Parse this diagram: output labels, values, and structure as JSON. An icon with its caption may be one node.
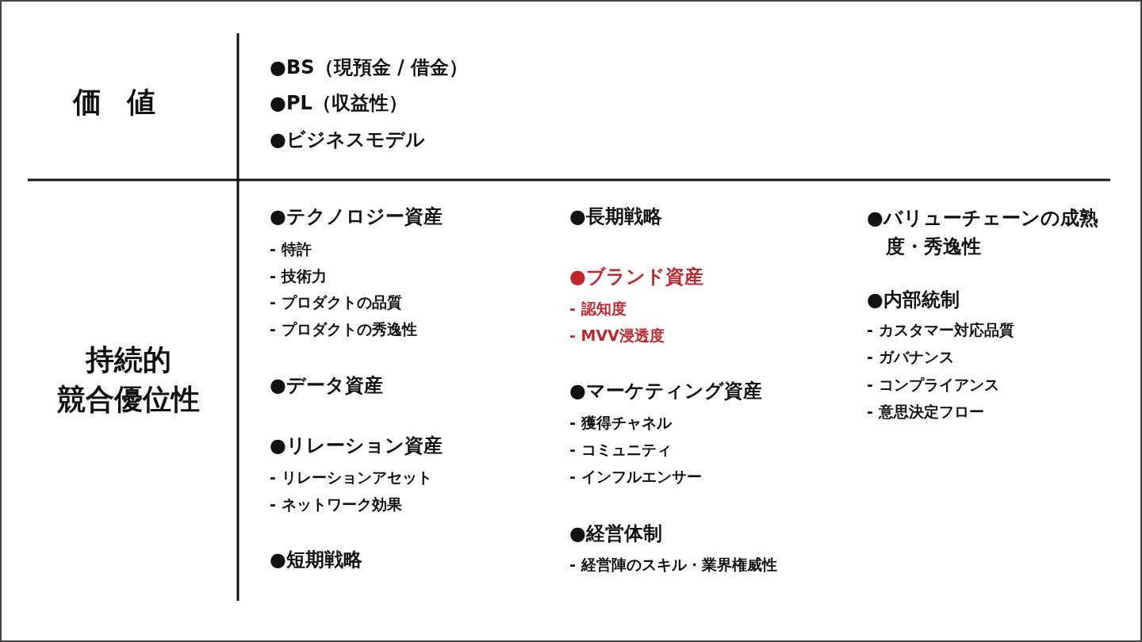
{
  "diagram": {
    "labels": [
      "価値",
      "●BS（現預金 / 借金）",
      "●PL（収益性）",
      "●ビジネスモデル",
      "持続的",
      "競合優位性",
      "●テクノロジー資産",
      "- 特許",
      "- 技術力",
      "- プロダクトの品質",
      "- プロダクトの秀逸性",
      "●データ資産",
      "●リレーション資産",
      "- リレーションアセット",
      "- ネットワーク効果",
      "●短期戦略",
      "●長期戦略",
      "●ブランド資産",
      "- 認知度",
      "- MVV浸透度",
      "●マーケティング資産",
      "- 獲得チャネル",
      "- コミュニティ",
      "- インフルエンサー",
      "●経営体制",
      "- 経営陣のスキル・業界権威性",
      "●バリューチェーンの成熟度・秀逸性",
      "●内部統制",
      "- カスタマー対応品質",
      "- ガバナンス",
      "- コンプライアンス",
      "- 意思決定フロー"
    ]
  }
}
